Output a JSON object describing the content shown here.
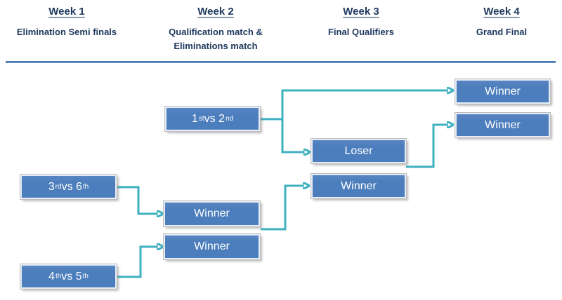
{
  "colors": {
    "accent_blue": "#4c7dbc",
    "teal": "#3fb0bf",
    "navy": "#203a5f",
    "divider_blue": "#4f81bd"
  },
  "weeks": [
    {
      "title": "Week 1",
      "subtitle": "Elimination Semi finals"
    },
    {
      "title": "Week 2",
      "subtitle": "Qualification match & Eliminations match"
    },
    {
      "title": "Week 3",
      "subtitle": "Final Qualifiers"
    },
    {
      "title": "Week 4",
      "subtitle": "Grand Final"
    }
  ],
  "boxes": [
    {
      "id": "first-vs-second",
      "week": "Week 2",
      "parts": [
        {
          "text": "1"
        },
        {
          "text": "st",
          "sup": true
        },
        {
          "text": " vs 2"
        },
        {
          "text": "nd",
          "sup": true
        }
      ]
    },
    {
      "id": "loser",
      "week": "Week 3",
      "parts": [
        {
          "text": "Loser"
        }
      ]
    },
    {
      "id": "week3-winner",
      "week": "Week 3",
      "parts": [
        {
          "text": "Winner"
        }
      ]
    },
    {
      "id": "grand-final-winner-top",
      "week": "Week 4",
      "parts": [
        {
          "text": "Winner"
        }
      ]
    },
    {
      "id": "grand-final-winner-bottom",
      "week": "Week 4",
      "parts": [
        {
          "text": "Winner"
        }
      ]
    },
    {
      "id": "third-vs-sixth",
      "week": "Week 1",
      "parts": [
        {
          "text": "3"
        },
        {
          "text": "rd",
          "sup": true
        },
        {
          "text": " vs 6"
        },
        {
          "text": "th",
          "sup": true
        }
      ]
    },
    {
      "id": "week2-winner-top",
      "week": "Week 2",
      "parts": [
        {
          "text": "Winner"
        }
      ]
    },
    {
      "id": "week2-winner-bottom",
      "week": "Week 2",
      "parts": [
        {
          "text": "Winner"
        }
      ]
    },
    {
      "id": "fourth-vs-fifth",
      "week": "Week 1",
      "parts": [
        {
          "text": "4"
        },
        {
          "text": "th",
          "sup": true
        },
        {
          "text": " vs 5"
        },
        {
          "text": "th",
          "sup": true
        }
      ]
    }
  ],
  "edges": [
    {
      "from": "first-vs-second",
      "to": "grand-final-winner-top"
    },
    {
      "from": "first-vs-second",
      "to": "loser"
    },
    {
      "from": "loser",
      "to": "grand-final-winner-bottom"
    },
    {
      "from": "third-vs-sixth",
      "to": "week2-winner-top"
    },
    {
      "from": "fourth-vs-fifth",
      "to": "week2-winner-bottom"
    },
    {
      "from": "week2-winners",
      "to": "week3-winner"
    }
  ]
}
